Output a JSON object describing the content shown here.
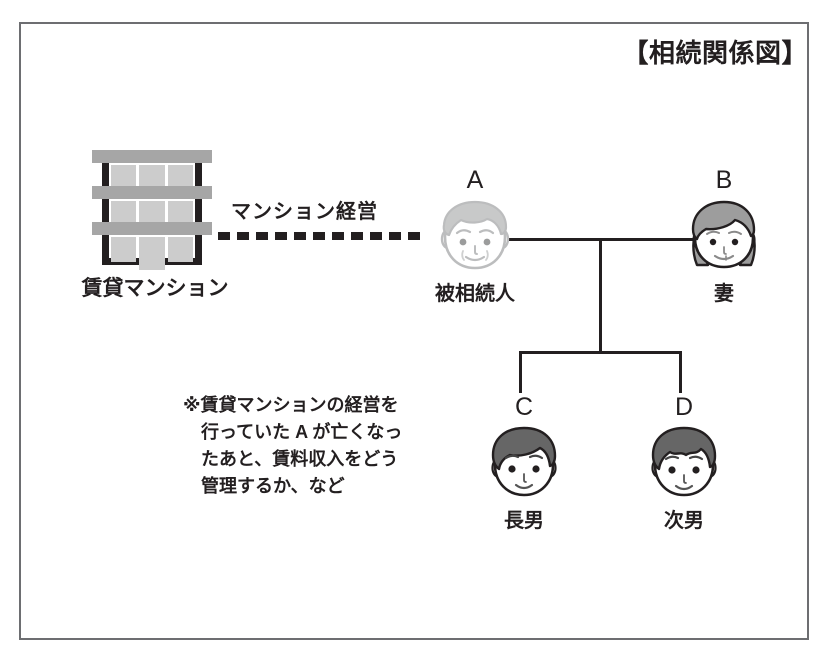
{
  "diagram": {
    "title": "【相続関係図】",
    "border_color": "#6d6e71",
    "ink_color": "#231f20"
  },
  "property": {
    "icon": "apartment-building-icon",
    "label": "賃貸マンション",
    "floors": 3,
    "windows_per_floor": 3,
    "band_color": "#a6a6a6",
    "window_color": "#cccccc",
    "frame_color": "#231f20"
  },
  "relation": {
    "label": "マンション経営",
    "style": "dashed",
    "color": "#231f20"
  },
  "people": [
    {
      "code": "A",
      "name": "被相続人",
      "role": "decedent",
      "icon": "elderly-man-face-icon",
      "deceased": true,
      "hair_color": "#c8c9c9",
      "outline_color": "#bcbdbe"
    },
    {
      "code": "B",
      "name": "妻",
      "role": "wife",
      "icon": "elderly-woman-face-icon",
      "deceased": false,
      "hair_color": "#9d9d9d",
      "outline_color": "#231f20"
    },
    {
      "code": "C",
      "name": "長男",
      "role": "eldest-son",
      "icon": "man-face-icon",
      "deceased": false,
      "hair_color": "#666666",
      "outline_color": "#231f20"
    },
    {
      "code": "D",
      "name": "次男",
      "role": "second-son",
      "icon": "man-face-icon",
      "deceased": false,
      "hair_color": "#666666",
      "outline_color": "#231f20"
    }
  ],
  "note": {
    "line1": "※賃貸マンションの経営を",
    "line2": "行っていた A が亡くなっ",
    "line3": "たあと、賃料収入をどう",
    "line4": "管理するか、など"
  }
}
